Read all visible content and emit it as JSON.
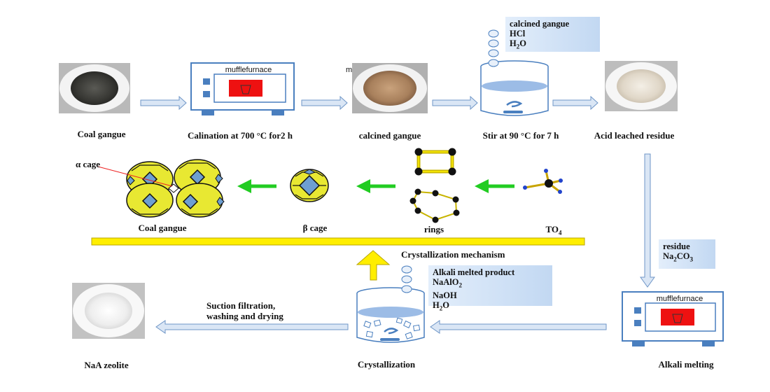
{
  "colors": {
    "arrow_blue": "#9dbbe0",
    "arrow_green": "#22cc22",
    "arrow_yellow": "#ffe600",
    "cage_yellow": "#e8e832",
    "cage_blue": "#6e9fd1",
    "furnace_red": "#ee1111",
    "info_box": "#c2d8f2"
  },
  "top_row": {
    "coal_gangue": "Coal gangue",
    "calcination": "Calination at 700 °C for2 h",
    "calcined_gangue": "calcined gangue",
    "stir": "Stir at 90 °C for 7 h",
    "acid_leached": "Acid leached residue",
    "furnace_label": "mufflefurnace",
    "stray_mark": "m"
  },
  "stir_box": {
    "line1": "calcined gangue",
    "line2": "HCl",
    "line3_main": "H",
    "line3_sub": "2",
    "line3_tail": "O"
  },
  "mechanism": {
    "alpha_cage": "α cage",
    "coal_gangue": "Coal gangue",
    "beta_cage": "β cage",
    "rings": "rings",
    "to4_main": "TO",
    "to4_sub": "4",
    "bar_caption": "Crystallization mechanism"
  },
  "residue_box": {
    "line1": "residue",
    "line2_a": "Na",
    "line2_sub1": "2",
    "line2_b": "CO",
    "line2_sub2": "3"
  },
  "bottom_row": {
    "alkali_melting": "Alkali melting",
    "furnace_label": "mufflefurnace",
    "crystallization": "Crystallization",
    "suction1": "Suction filtration,",
    "suction2": "washing and drying",
    "naa": "NaA zeolite"
  },
  "alkali_box": {
    "line1": "Alkali melted product",
    "line2_main": "NaAlO",
    "line2_sub": "2",
    "line3": "NaOH",
    "line4_main": "H",
    "line4_sub": "2",
    "line4_tail": "O"
  }
}
